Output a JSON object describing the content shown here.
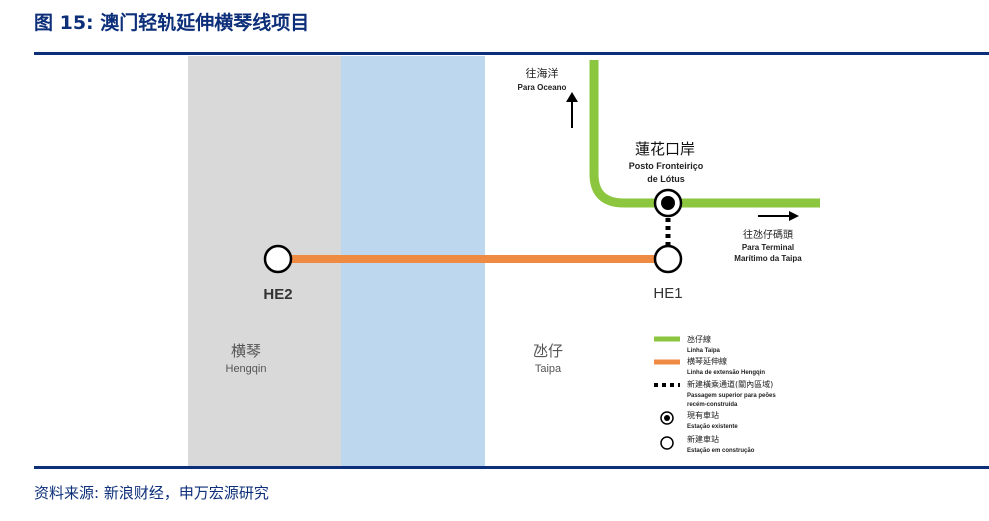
{
  "figure": {
    "title": "图 15: 澳门轻轨延伸横琴线项目",
    "source": "资料来源: 新浪财经，申万宏源研究"
  },
  "map": {
    "direction_ocean": {
      "zh": "往海洋",
      "pt": "Para Oceano"
    },
    "lotus_station": {
      "zh": "蓮花口岸",
      "pt_line1": "Posto Fronteiriço",
      "pt_line2": "de Lótus"
    },
    "direction_terminal": {
      "zh": "往氹仔碼頭",
      "pt_line1": "Para Terminal",
      "pt_line2": "Marítimo da Taipa"
    },
    "stations": {
      "he1": "HE1",
      "he2": "HE2"
    },
    "regions": {
      "hengqin": {
        "zh": "横琴",
        "pt": "Hengqin"
      },
      "taipa": {
        "zh": "氹仔",
        "pt": "Taipa"
      }
    },
    "legend": [
      {
        "zh": "氹仔線",
        "pt": "Linha Taipa",
        "color": "#8cc63f"
      },
      {
        "zh": "横琴延伸線",
        "pt": "Linha de extensão Hengqin",
        "color": "#ef8a43"
      },
      {
        "zh": "新建橫乘通道(關內區域)",
        "pt_line1": "Passagem superior para peões",
        "pt_line2": "recém-construída"
      },
      {
        "zh": "現有車站",
        "pt": "Estação existente"
      },
      {
        "zh": "新建車站",
        "pt": "Estação em construção"
      }
    ],
    "colors": {
      "hengqin_zone": "#d9d9d9",
      "water": "#bdd7ee",
      "taipa_line": "#8cc63f",
      "hengqin_line": "#ef8a43",
      "title_blue": "#0d2f7a"
    }
  }
}
